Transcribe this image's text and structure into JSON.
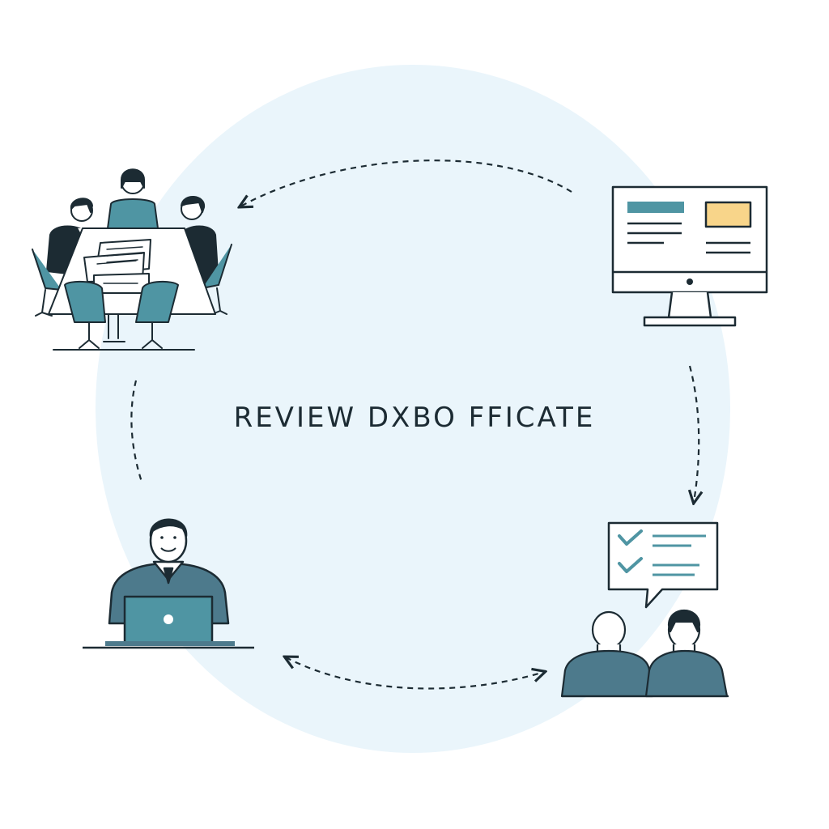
{
  "diagram": {
    "center_label": "REVIEW DXBO FFICATE",
    "colors": {
      "background_circle": "#eaf5fb",
      "accent_teal": "#4f95a3",
      "figure_blue": "#4d7a8c",
      "line": "#1c2b33",
      "highlight_yellow": "#f8d58a"
    },
    "nodes": [
      {
        "name": "team-meeting",
        "icon": "team-meeting-icon"
      },
      {
        "name": "computer-monitor",
        "icon": "desktop-monitor-icon"
      },
      {
        "name": "checklist-feedback",
        "icon": "checklist-speech-bubble-icon"
      },
      {
        "name": "laptop-worker",
        "icon": "person-with-laptop-icon"
      }
    ],
    "connectors": [
      "dashed-arrow-top",
      "dashed-arrow-right",
      "dashed-arrow-bottom",
      "dashed-arrow-left"
    ]
  }
}
